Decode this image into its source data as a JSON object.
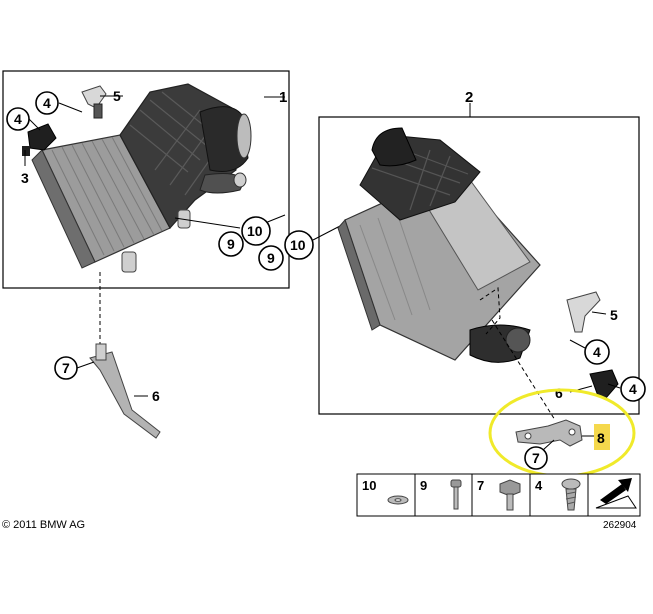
{
  "assembly_labels": {
    "a1": "1",
    "a2": "2"
  },
  "callouts": {
    "c3": "3",
    "c4a": "4",
    "c4b": "4",
    "c5a": "5",
    "c9a": "9",
    "c10a": "10",
    "c9b": "9",
    "c10b": "10",
    "c7a": "7",
    "c6": "6",
    "c5b": "5",
    "c4c": "4",
    "c4d": "4",
    "c6b": "6",
    "c8": "8",
    "c7b": "7"
  },
  "legend": [
    {
      "num": "10",
      "part": "washer"
    },
    {
      "num": "9",
      "part": "bolt"
    },
    {
      "num": "7",
      "part": "hex-bolt"
    },
    {
      "num": "4",
      "part": "screw-clip"
    }
  ],
  "copyright": "© 2011 BMW AG",
  "diagram_number": "262904",
  "colors": {
    "highlight_ring": "#f0ea2a",
    "highlight_box": "#f5d84c",
    "part_gray": "#8a8a8a",
    "part_dark": "#2d2d2d"
  }
}
